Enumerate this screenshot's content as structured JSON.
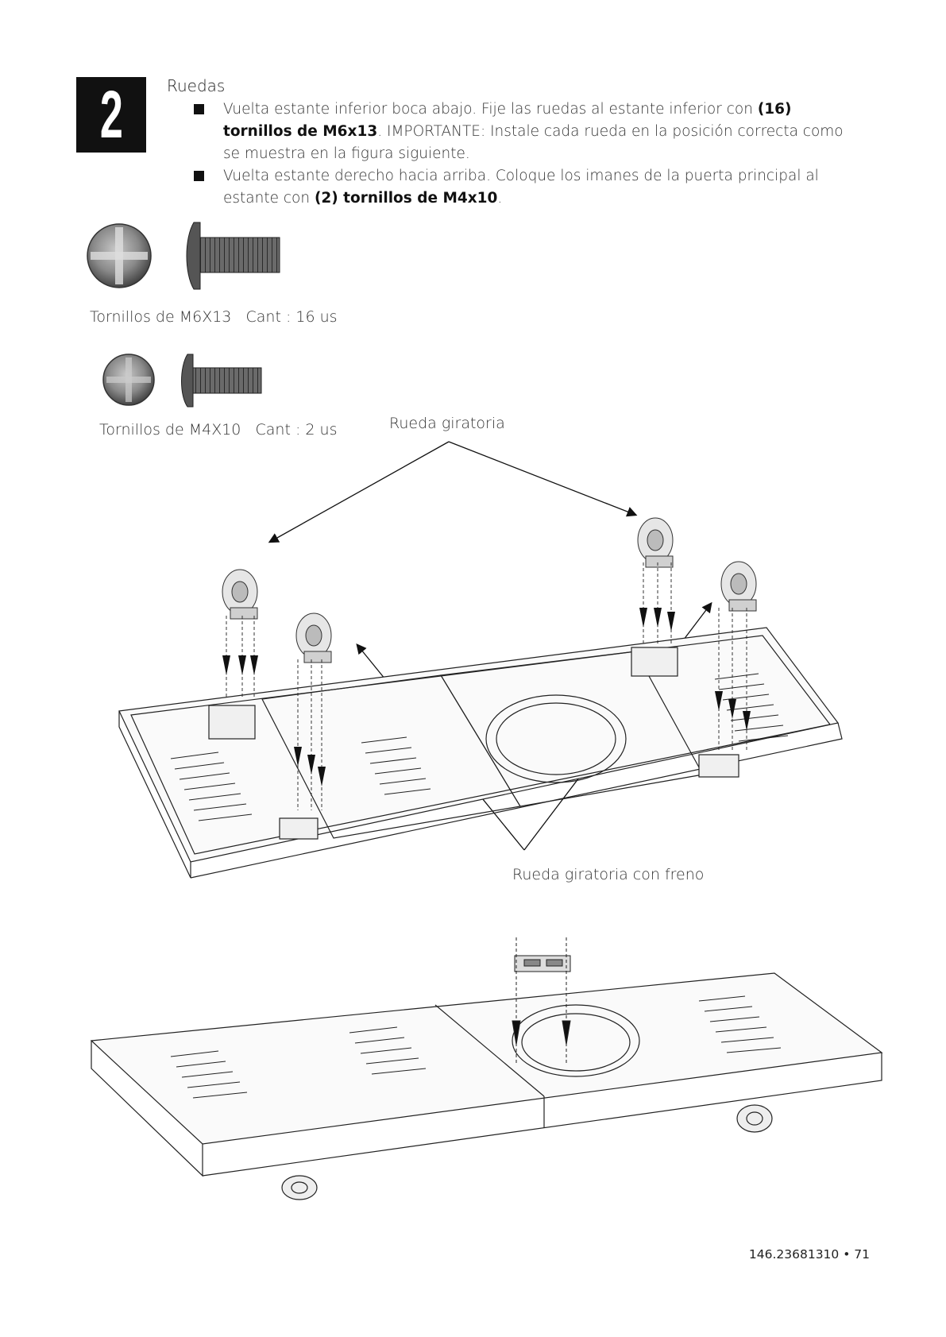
{
  "step": {
    "number": "2",
    "title": "Ruedas"
  },
  "instructions": [
    {
      "t1": "Vuelta estante inferior boca abajo. Fije las ruedas al estante inferior con ",
      "b1": "(16) tornillos de M6x13",
      "t2": ". IMPORTANTE: Instale cada rueda en la posición correcta como se muestra en la figura siguiente."
    },
    {
      "t1": "Vuelta estante derecho hacia arriba. Coloque los imanes de la puerta principal al estante con ",
      "b1": "(2) tornillos de M4x10",
      "t2": "."
    }
  ],
  "parts": [
    {
      "name": "Tornillos de M6X13",
      "qty": "Cant : 16 us"
    },
    {
      "name": "Tornillos de M4X10",
      "qty": "Cant : 2 us"
    }
  ],
  "callouts": {
    "swivel": "Rueda giratoria",
    "swivel_brake": "Rueda giratoria con freno"
  },
  "footer": "146.23681310 • 71"
}
